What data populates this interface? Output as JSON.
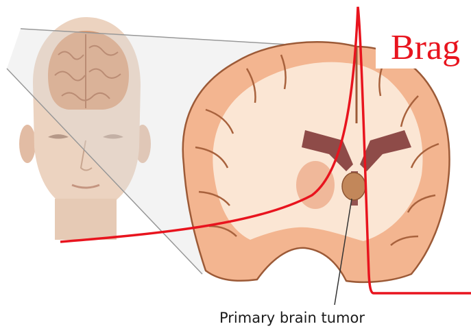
{
  "title": "Brag",
  "caption": "Primary brain tumor",
  "colors": {
    "bragg_curve": "#e8141e",
    "brain_tissue": "#f3b590",
    "white_matter": "#fbe6d4",
    "skin": "#e9c9b2",
    "tumor": "#c2875a"
  },
  "icons": {
    "head": "human-head-illustration",
    "brain": "brain-coronal-section"
  }
}
